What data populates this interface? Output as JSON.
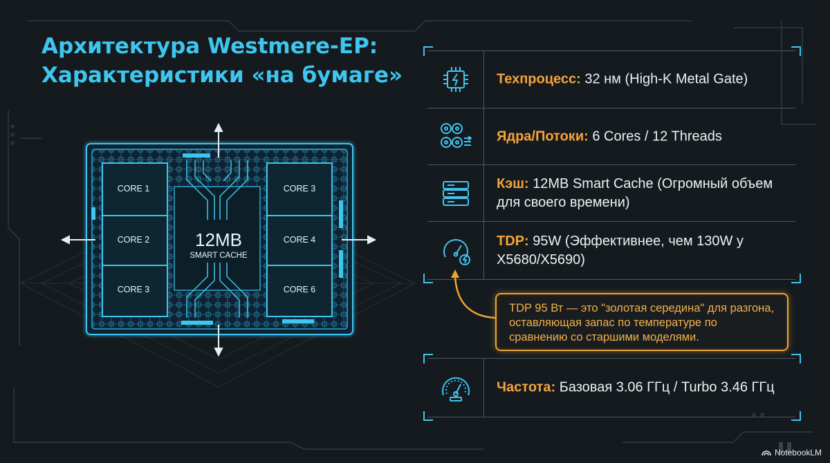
{
  "title": {
    "line1": "Архитектура Westmere-EP:",
    "line2": "Характеристики «на бумаге»"
  },
  "chip": {
    "cores": [
      "CORE 1",
      "CORE 2",
      "CORE 3",
      "CORE 3",
      "CORE 4",
      "CORE 6"
    ],
    "cache_size": "12MB",
    "cache_label": "SMART CACHE"
  },
  "specs": [
    {
      "icon": "cpu-bolt-icon",
      "key": "Техпроцесс:",
      "value": " 32 нм (High-K Metal Gate)"
    },
    {
      "icon": "cores-threads-icon",
      "key": "Ядра/Потоки:",
      "value": " 6 Cores / 12 Threads"
    },
    {
      "icon": "cache-stack-icon",
      "key": "Кэш:",
      "value": " 12MB Smart Cache (Огромный объем для своего времени)"
    },
    {
      "icon": "gauge-power-icon",
      "key": "TDP:",
      "value": " 95W (Эффективнее, чем 130W у X5680/X5690)"
    }
  ],
  "callout": "TDP 95 Вт — это \"золотая середина\" для разгона, оставляющая запас по температуре по сравнению со старшими моделями.",
  "frequency": {
    "icon": "speedometer-icon",
    "key": "Частота:",
    "value": " Базовая 3.06 ГГц / Turbo 3.46 ГГц"
  },
  "branding": "NotebookLM",
  "colors": {
    "accent": "#3ec6ef",
    "highlight": "#f5a43a",
    "background": "#141a1e"
  }
}
